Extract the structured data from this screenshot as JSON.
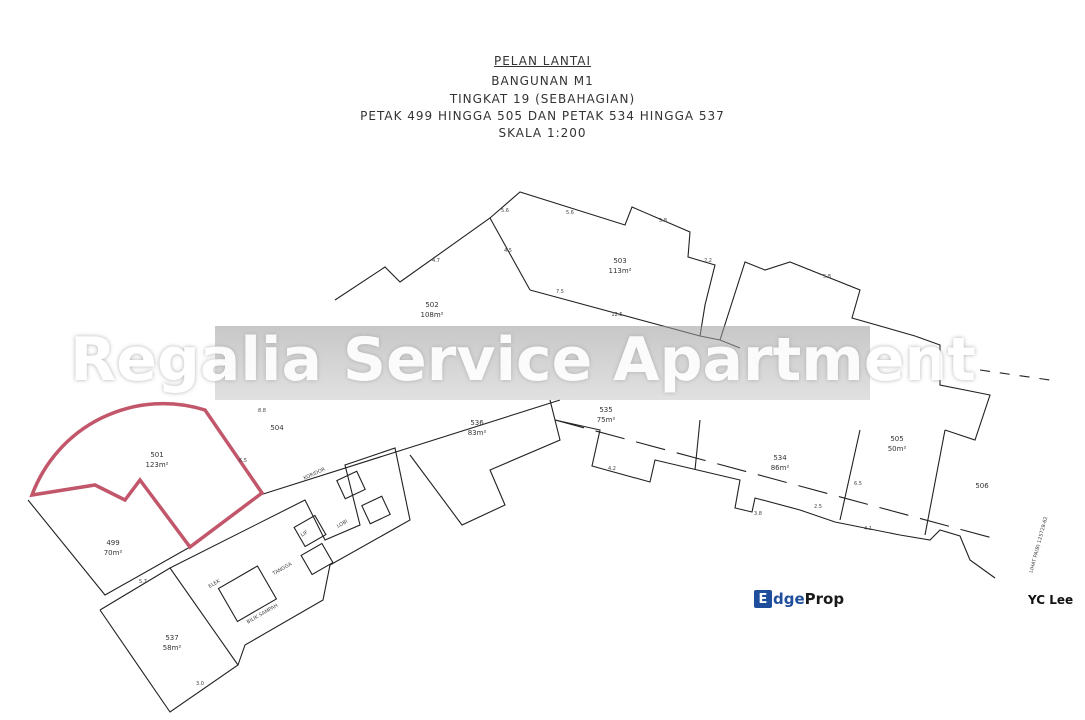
{
  "header": {
    "line1": "PELAN LANTAI",
    "line2": "BANGUNAN M1",
    "line3": "TINGKAT 19 (SEBAHAGIAN)",
    "line4": "PETAK 499 HINGGA 505 DAN PETAK 534 HINGGA 537",
    "line5": "SKALA 1:200"
  },
  "units": {
    "u499": {
      "id": "499",
      "area": "70m²"
    },
    "u501": {
      "id": "501",
      "area": "123m²"
    },
    "u502": {
      "id": "502",
      "area": "108m²"
    },
    "u503": {
      "id": "503",
      "area": "113m²"
    },
    "u504": {
      "id": "504"
    },
    "u505": {
      "id": "505",
      "area": "50m²"
    },
    "u506": {
      "id": "506"
    },
    "u534": {
      "id": "534",
      "area": "86m²"
    },
    "u535": {
      "id": "535",
      "area": "75m²"
    },
    "u536": {
      "id": "536",
      "area": "83m²"
    },
    "u537": {
      "id": "537",
      "area": "58m²"
    }
  },
  "rooms": {
    "lif": "LIF",
    "lobi": "LOBI",
    "tangga": "TANGGA",
    "bilik_sampah": "BILIK SAMPAH",
    "koridor": "KORIDOR",
    "elek": "ELEK",
    "ref_note": "LIHAT PA(B) 125729-62"
  },
  "dimensions": [
    "5.6",
    "4.5",
    "7.5",
    "5.8",
    "2.2",
    "6.5",
    "12.5",
    "4.7",
    "8.8",
    "5.7",
    "4.2",
    "3.8",
    "2.5",
    "6.5",
    "4.1",
    "3.0"
  ],
  "watermark": "Regalia Service Apartment",
  "branding": {
    "logo_letter": "E",
    "logo_edge": "dge",
    "logo_prop": "Prop",
    "agent": "YC Lee"
  },
  "colors": {
    "highlight": "#c2566a",
    "brand": "#1f4e9c"
  }
}
